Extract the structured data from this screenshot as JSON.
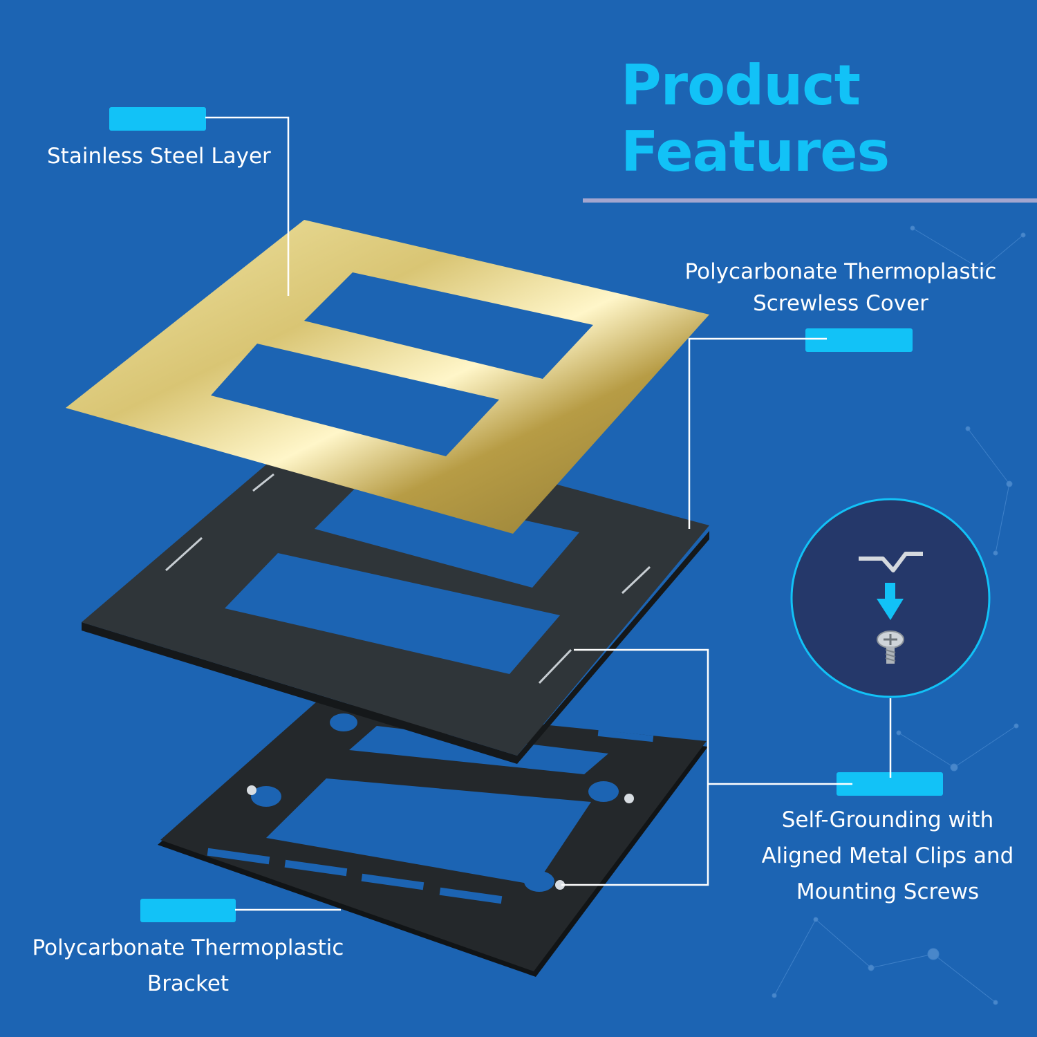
{
  "title": {
    "line1": "Product",
    "line2": "Features"
  },
  "labels": {
    "steel": "Stainless Steel Layer",
    "cover": {
      "line1": "Polycarbonate Thermoplastic",
      "line2": "Screwless Cover"
    },
    "grounding": {
      "line1": "Self-Grounding with",
      "line2": "Aligned Metal Clips and",
      "line3": "Mounting Screws"
    },
    "bracket": {
      "line1": "Polycarbonate Thermoplastic",
      "line2": "Bracket"
    }
  },
  "colors": {
    "background": "#1c64b3",
    "accent": "#12c2f7",
    "gold": "#c9b25a",
    "plate": "#2e3438",
    "bracket": "#222629",
    "inset_circle": "#25386a"
  }
}
